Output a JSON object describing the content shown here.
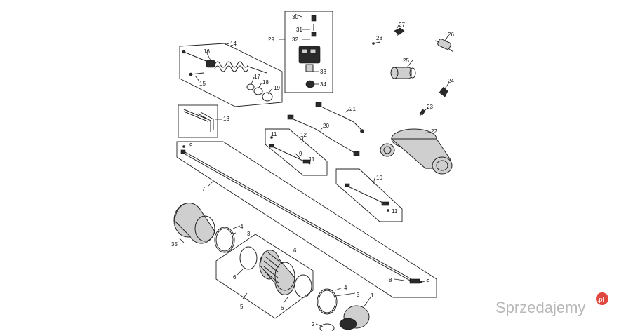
{
  "callouts": {
    "c1": "1",
    "c2": "2",
    "c3a": "3",
    "c3b": "3",
    "c4a": "4",
    "c4b": "4",
    "c5": "5",
    "c6a": "6",
    "c6b": "6",
    "c6c": "6",
    "c7": "7",
    "c8": "8",
    "c9a": "9",
    "c9b": "9",
    "c9c": "9",
    "c10": "10",
    "c11a": "11",
    "c11b": "11",
    "c11c": "11",
    "c12": "12",
    "c13": "13",
    "c14": "14",
    "c15": "15",
    "c16": "16",
    "c17": "17",
    "c18": "18",
    "c19": "19",
    "c20": "20",
    "c21": "21",
    "c22": "22",
    "c23": "23",
    "c24": "24",
    "c25": "25",
    "c26": "26",
    "c27": "27",
    "c28": "28",
    "c29": "29",
    "c30": "30",
    "c31": "31",
    "c32": "32",
    "c33": "33",
    "c34": "34",
    "c35": "35"
  },
  "watermark": {
    "text": "Sprzedajemy",
    "suffix": ".pl"
  }
}
